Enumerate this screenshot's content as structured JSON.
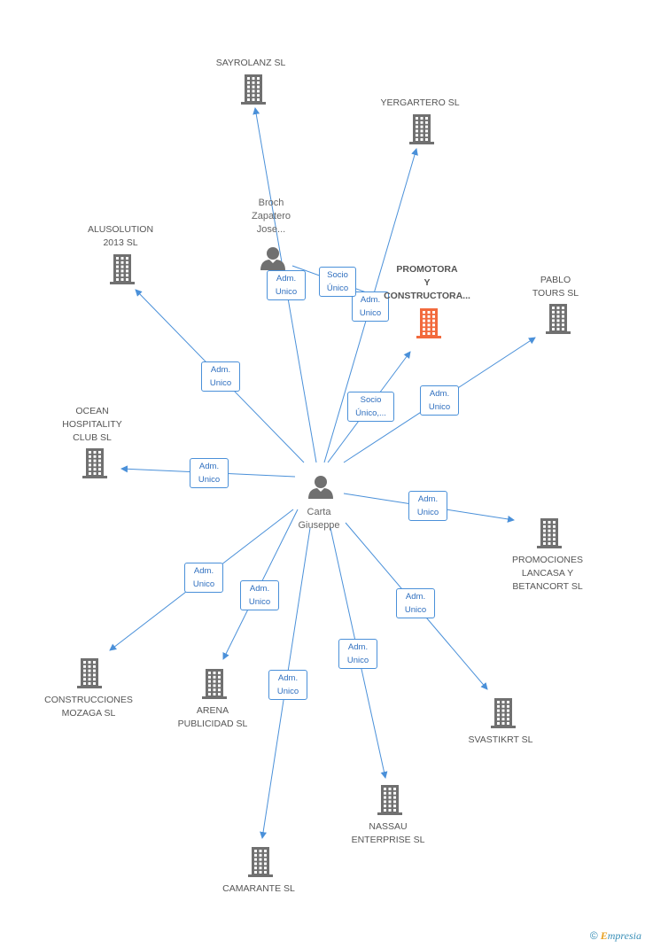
{
  "center_person": {
    "label": "Carta\nGiuseppe"
  },
  "other_person": {
    "label": "Broch\nZapatero\nJose..."
  },
  "companies": [
    {
      "id": "sayrolanz",
      "label": "SAYROLANZ  SL",
      "highlight": false
    },
    {
      "id": "yergartero",
      "label": "YERGARTERO SL",
      "highlight": false
    },
    {
      "id": "alusolution",
      "label": "ALUSOLUTION\n2013  SL",
      "highlight": false
    },
    {
      "id": "promotora",
      "label": "PROMOTORA\nY\nCONSTRUCTORA...",
      "highlight": true
    },
    {
      "id": "pablo",
      "label": "PABLO\nTOURS SL",
      "highlight": false
    },
    {
      "id": "ocean",
      "label": "OCEAN\nHOSPITALITY\nCLUB SL",
      "highlight": false
    },
    {
      "id": "lancasa",
      "label": "PROMOCIONES\nLANCASA Y\nBETANCORT SL",
      "highlight": false
    },
    {
      "id": "mozaga",
      "label": "CONSTRUCCIONES\nMOZAGA SL",
      "highlight": false
    },
    {
      "id": "arena",
      "label": "ARENA\nPUBLICIDAD SL",
      "highlight": false
    },
    {
      "id": "svastikrt",
      "label": "SVASTIKRT SL",
      "highlight": false
    },
    {
      "id": "nassau",
      "label": "NASSAU\nENTERPRISE SL",
      "highlight": false
    },
    {
      "id": "camarante",
      "label": "CAMARANTE  SL",
      "highlight": false
    }
  ],
  "edges": [
    {
      "from": "carta",
      "to": "sayrolanz",
      "label": "Adm.\nUnico"
    },
    {
      "from": "carta",
      "to": "yergartero",
      "label": "Adm.\nUnico"
    },
    {
      "from": "carta",
      "to": "alusolution",
      "label": "Adm.\nUnico"
    },
    {
      "from": "broch",
      "to": "promotora",
      "label": "Socio\nÚnico"
    },
    {
      "from": "carta",
      "to": "promotora",
      "label": "Socio\nÚnico,..."
    },
    {
      "from": "carta",
      "to": "pablo",
      "label": "Adm.\nUnico"
    },
    {
      "from": "carta",
      "to": "ocean",
      "label": "Adm.\nUnico"
    },
    {
      "from": "carta",
      "to": "lancasa",
      "label": "Adm.\nUnico"
    },
    {
      "from": "carta",
      "to": "mozaga",
      "label": "Adm.\nUnico"
    },
    {
      "from": "carta",
      "to": "arena",
      "label": "Adm.\nUnico"
    },
    {
      "from": "carta",
      "to": "svastikrt",
      "label": "Adm.\nUnico"
    },
    {
      "from": "carta",
      "to": "nassau",
      "label": "Adm.\nUnico"
    },
    {
      "from": "carta",
      "to": "camarante",
      "label": "Adm.\nUnico"
    }
  ],
  "colors": {
    "edge": "#4a90d9",
    "building": "#707070",
    "highlight": "#f26a3d",
    "person": "#707070"
  },
  "footer": {
    "copyright": "©",
    "brand_first": "E",
    "brand_rest": "mpresia"
  }
}
